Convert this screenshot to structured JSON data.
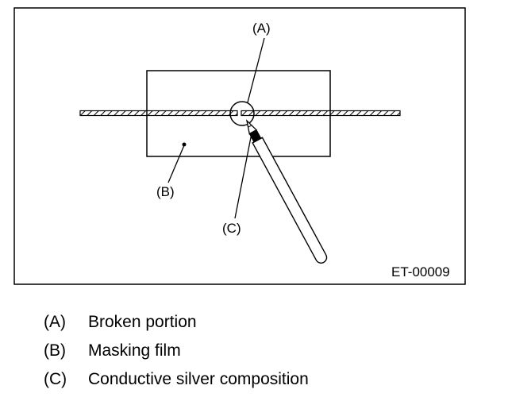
{
  "figure": {
    "callouts": {
      "a": "(A)",
      "b": "(B)",
      "c": "(C)"
    },
    "code": "ET-00009"
  },
  "legend": [
    {
      "key": "(A)",
      "text": "Broken portion"
    },
    {
      "key": "(B)",
      "text": "Masking film"
    },
    {
      "key": "(C)",
      "text": "Conductive silver composition"
    }
  ]
}
